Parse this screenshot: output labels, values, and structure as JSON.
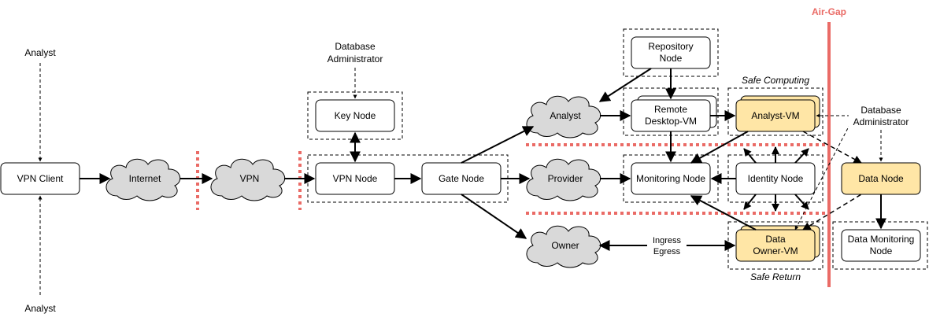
{
  "labels": {
    "analyst_top": "Analyst",
    "analyst_bottom": "Analyst",
    "db_admin_left": [
      "Database",
      "Administrator"
    ],
    "db_admin_right": [
      "Database",
      "Administrator"
    ],
    "air_gap": "Air-Gap",
    "safe_computing": "Safe Computing",
    "safe_return": "Safe Return",
    "ingress_egress": [
      "Ingress",
      "Egress"
    ]
  },
  "nodes": {
    "vpn_client": [
      "VPN Client"
    ],
    "vpn_node": [
      "VPN Node"
    ],
    "gate_node": [
      "Gate Node"
    ],
    "key_node": [
      "Key Node"
    ],
    "repository_node": [
      "Repository",
      "Node"
    ],
    "remote_desktop_vm": [
      "Remote",
      "Desktop-VM"
    ],
    "monitoring_node": [
      "Monitoring Node"
    ],
    "identity_node": [
      "Identity Node"
    ],
    "analyst_vm": [
      "Analyst-VM"
    ],
    "data_owner_vm": [
      "Data",
      "Owner-VM"
    ],
    "data_node": [
      "Data Node"
    ],
    "data_monitoring_node": [
      "Data Monitoring",
      "Node"
    ]
  },
  "clouds": {
    "internet": "Internet",
    "vpn": "VPN",
    "analyst": "Analyst",
    "provider": "Provider",
    "owner": "Owner"
  },
  "colors": {
    "highlight_fill": "#FFE6A6",
    "cloud_fill": "#D9D9D9",
    "air_gap": "#EA6B66",
    "red_dash": "#EA6B66"
  }
}
